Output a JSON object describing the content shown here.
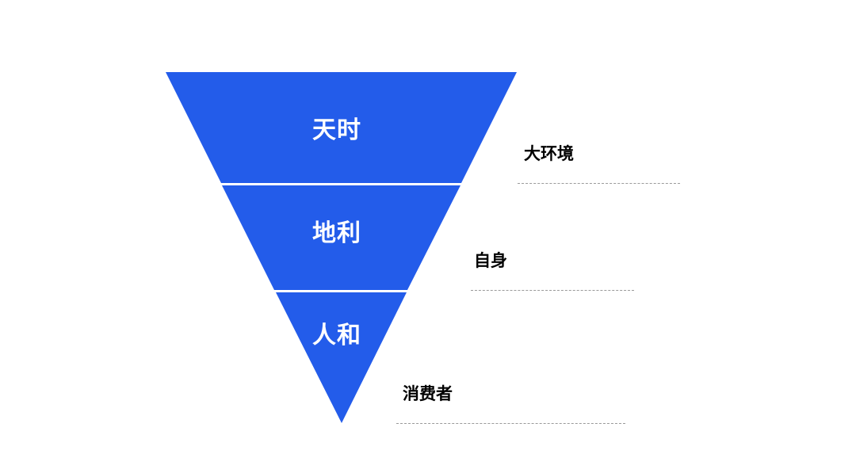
{
  "colors": {
    "funnel_fill": "#235cea",
    "separator": "#ffffff",
    "side_text": "#000000",
    "rule": "#9a9a9a"
  },
  "funnel": {
    "tiers": [
      {
        "label": "天时"
      },
      {
        "label": "地利"
      },
      {
        "label": "人和"
      }
    ]
  },
  "annotations": [
    {
      "text": "大环境"
    },
    {
      "text": "自身"
    },
    {
      "text": "消费者"
    }
  ]
}
